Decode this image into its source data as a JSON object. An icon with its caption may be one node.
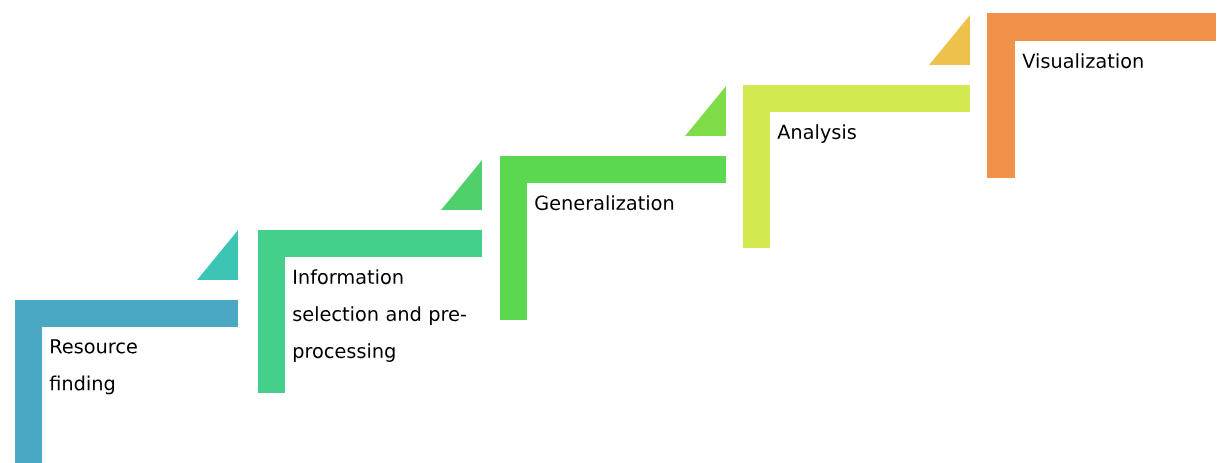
{
  "diagram": {
    "nodes": [
      {
        "text": [
          "Resource finding"
        ]
      },
      {
        "text": [
          "Information selection and pre-processing"
        ]
      },
      {
        "text": [
          "Generalization"
        ]
      },
      {
        "text": [
          "Analysis"
        ]
      },
      {
        "text": [
          "Visualization"
        ]
      }
    ]
  }
}
